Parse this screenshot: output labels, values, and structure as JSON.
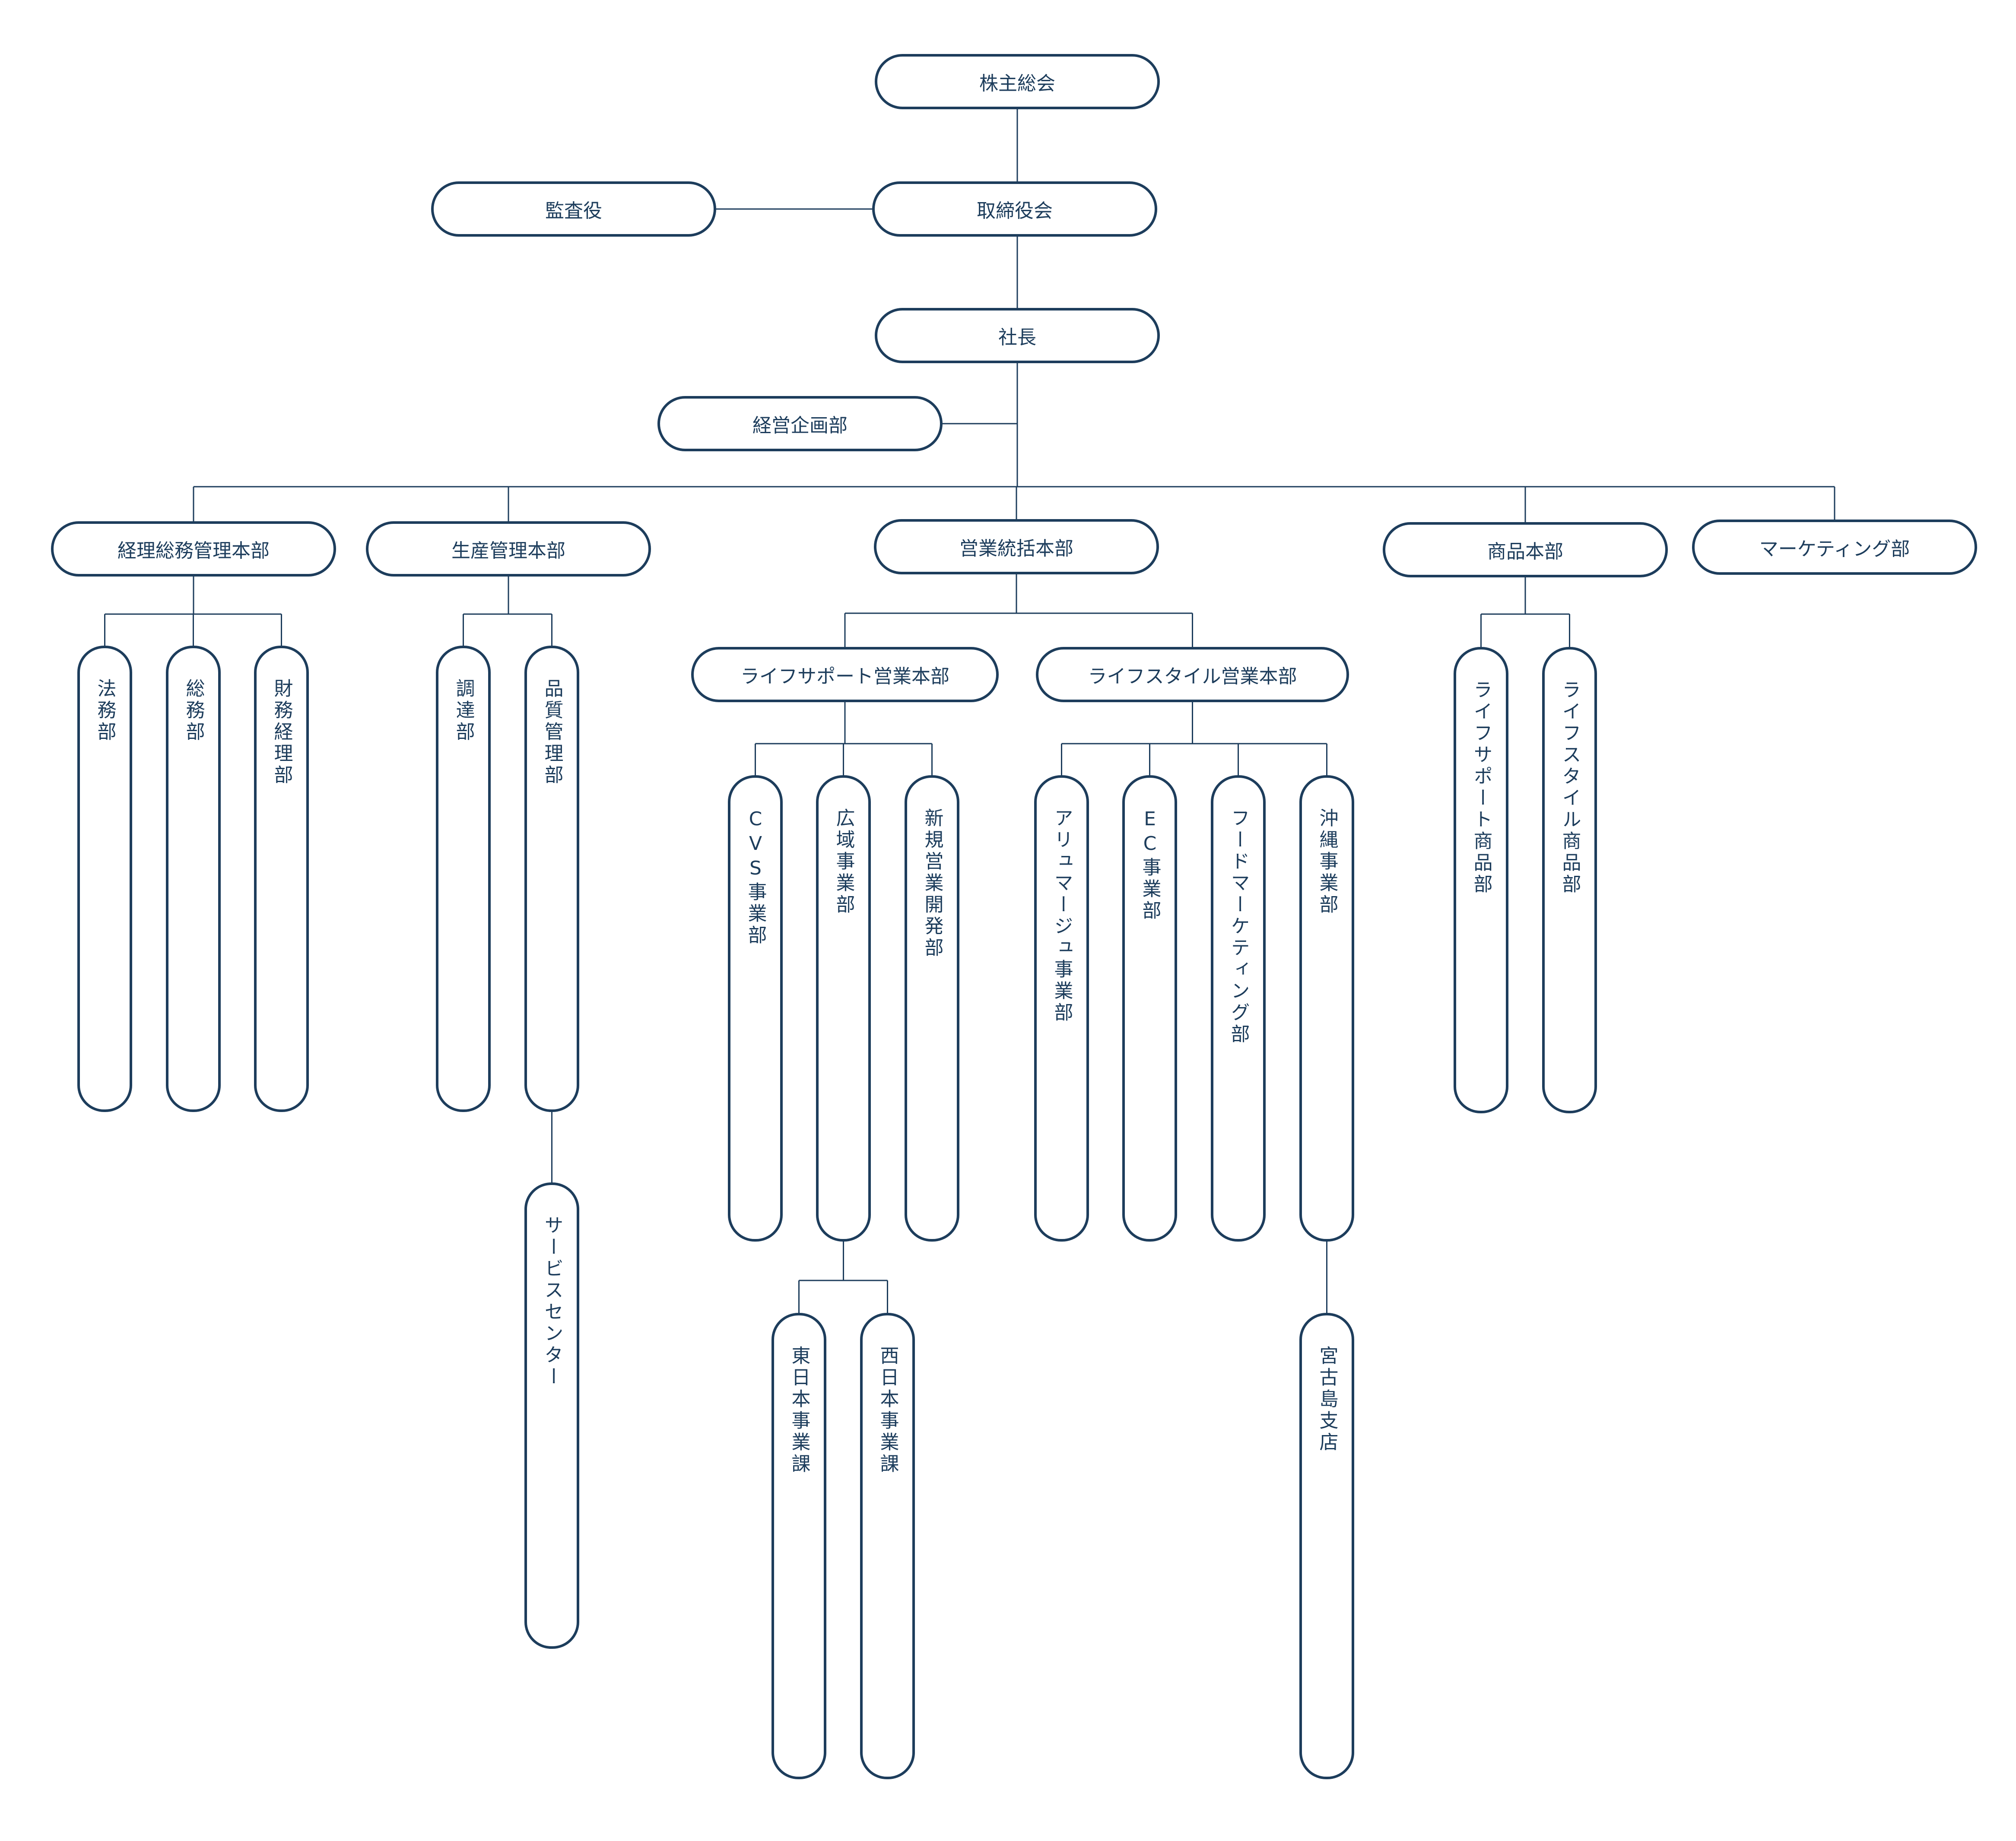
{
  "diagram": {
    "nodes": [
      {
        "id": "shareholders",
        "label": "株主総会"
      },
      {
        "id": "auditor",
        "label": "監査役"
      },
      {
        "id": "board",
        "label": "取締役会"
      },
      {
        "id": "president",
        "label": "社長"
      },
      {
        "id": "corp_planning",
        "label": "経営企画部"
      },
      {
        "id": "admin_hq",
        "label": "経理総務管理本部"
      },
      {
        "id": "production_hq",
        "label": "生産管理本部"
      },
      {
        "id": "sales_hq",
        "label": "営業統括本部"
      },
      {
        "id": "product_hq",
        "label": "商品本部"
      },
      {
        "id": "marketing",
        "label": "マーケティング部"
      },
      {
        "id": "legal",
        "label": "法務部"
      },
      {
        "id": "general_affairs",
        "label": "総務部"
      },
      {
        "id": "finance",
        "label": "財務経理部"
      },
      {
        "id": "procurement",
        "label": "調達部"
      },
      {
        "id": "quality",
        "label": "品質管理部"
      },
      {
        "id": "service_center",
        "label": "サービスセンター"
      },
      {
        "id": "lifesupport_sales",
        "label": "ライフサポート営業本部"
      },
      {
        "id": "lifestyle_sales",
        "label": "ライフスタイル営業本部"
      },
      {
        "id": "cvs",
        "label": "CVS事業部"
      },
      {
        "id": "wide_area",
        "label": "広域事業部"
      },
      {
        "id": "new_business",
        "label": "新規営業開発部"
      },
      {
        "id": "east_japan",
        "label": "東日本事業課"
      },
      {
        "id": "west_japan",
        "label": "西日本事業課"
      },
      {
        "id": "alumage",
        "label": "アリュマージュ事業部"
      },
      {
        "id": "ec",
        "label": "EC事業部"
      },
      {
        "id": "food_marketing",
        "label": "フードマーケティング部"
      },
      {
        "id": "okinawa",
        "label": "沖縄事業部"
      },
      {
        "id": "miyakojima",
        "label": "宮古島支店"
      },
      {
        "id": "lifesupport_products",
        "label": "ライフサポート商品部"
      },
      {
        "id": "lifestyle_products",
        "label": "ライフスタイル商品部"
      }
    ]
  }
}
